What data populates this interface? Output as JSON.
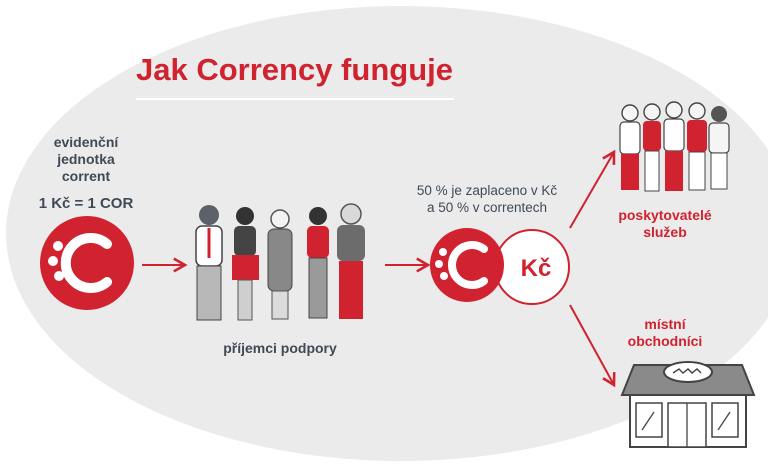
{
  "title": "Jak Corrency funguje",
  "unit_label": [
    "evidenční",
    "jednotka",
    "corrent"
  ],
  "exchange_rate": "1 Kč = 1 COR",
  "recipients_label": "příjemci podpory",
  "payment_split": [
    "50 % je zaplaceno v Kč",
    "a 50 % v correntech"
  ],
  "currency_symbol": "Kč",
  "providers_label": [
    "poskytovatelé",
    "služeb"
  ],
  "merchants_label": [
    "místní",
    "obchodníci"
  ],
  "colors": {
    "accent": "#d0222f",
    "text": "#3f4a56",
    "background": "#ebebeb"
  },
  "icons": [
    "corrency-logo-icon",
    "arrow-right-icon",
    "people-group-icon",
    "shop-icon"
  ]
}
